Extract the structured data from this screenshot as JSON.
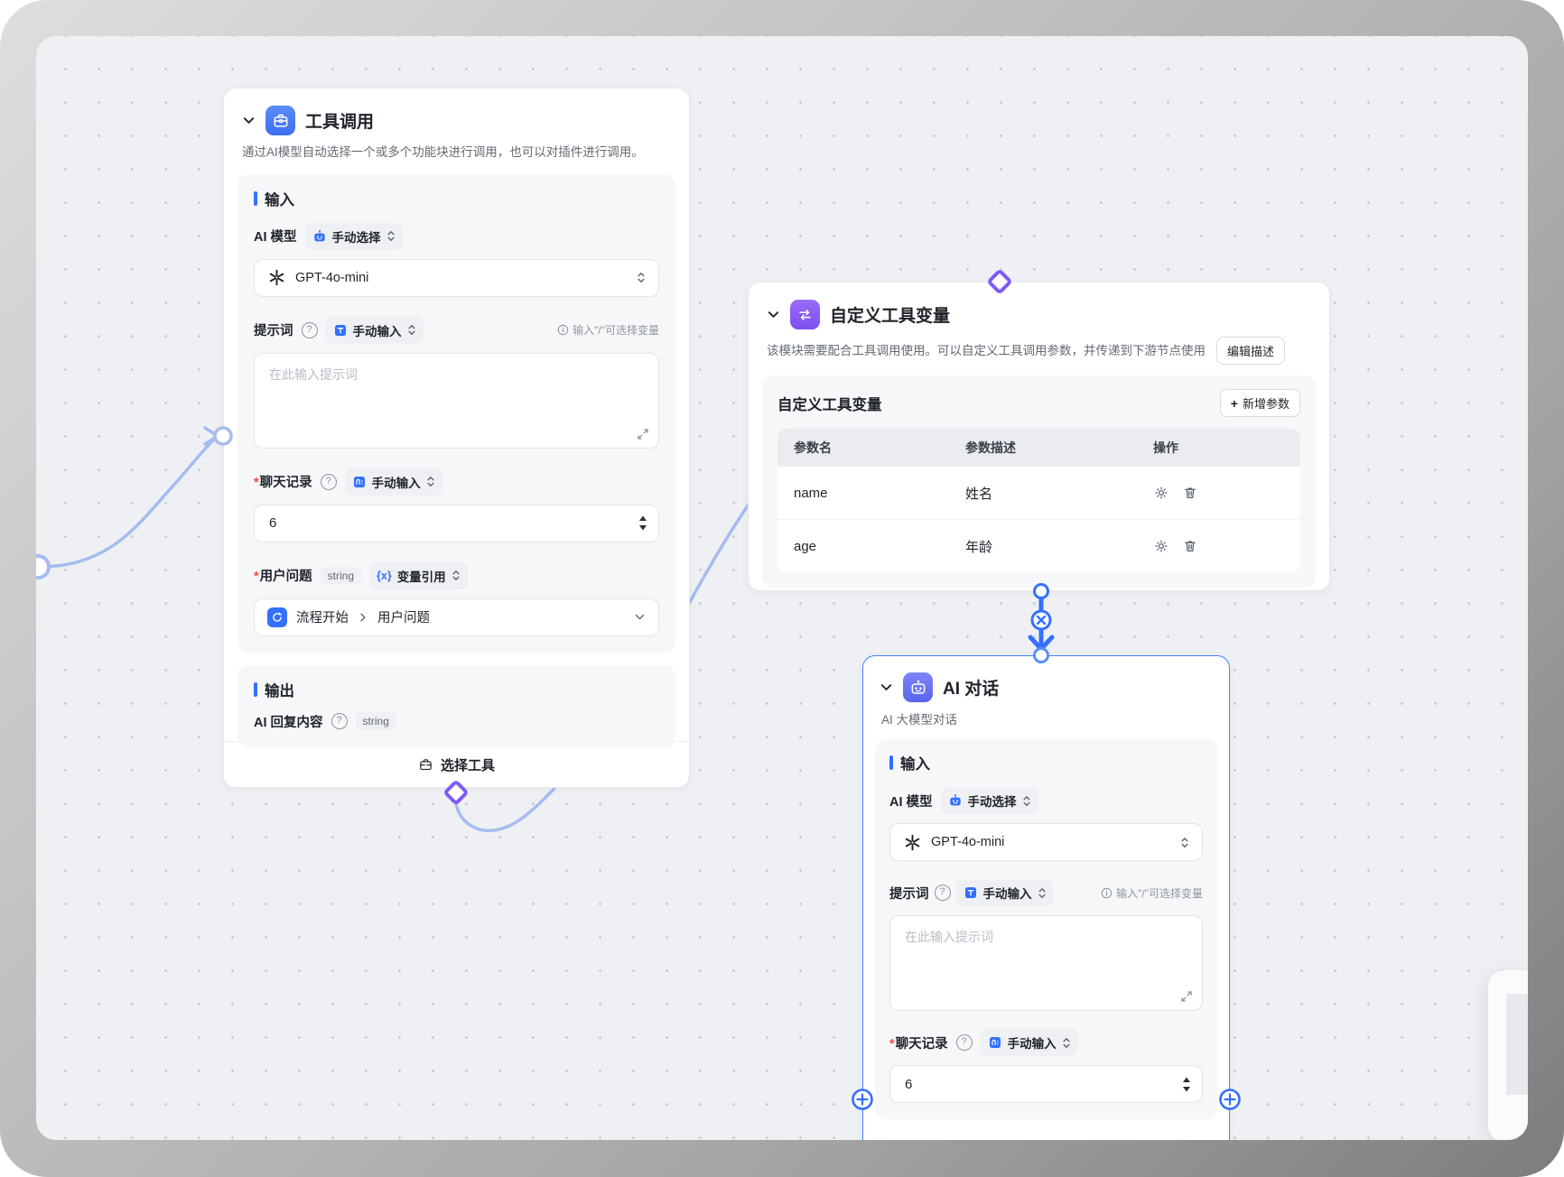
{
  "ui": {
    "plus": "+"
  },
  "nodes": {
    "tool_call": {
      "title": "工具调用",
      "description": "通过AI模型自动选择一个或多个功能块进行调用，也可以对插件进行调用。",
      "input": {
        "heading": "输入",
        "model_label": "AI 模型",
        "model_mode": "手动选择",
        "model_value": "GPT-4o-mini",
        "prompt_label": "提示词",
        "prompt_mode": "手动输入",
        "prompt_hint": "输入\"/\"可选择变量",
        "prompt_placeholder": "在此输入提示词",
        "history_label": "聊天记录",
        "history_mode": "手动输入",
        "history_value": "6",
        "question_label": "用户问题",
        "question_type": "string",
        "question_mode": "变量引用",
        "question_source": "流程开始",
        "question_field": "用户问题"
      },
      "output": {
        "heading": "输出",
        "reply_label": "AI 回复内容",
        "reply_type": "string"
      },
      "footer_button": "选择工具"
    },
    "custom_vars": {
      "title": "自定义工具变量",
      "description": "该模块需要配合工具调用使用。可以自定义工具调用参数，并传递到下游节点使用",
      "edit_button": "编辑描述",
      "panel_title": "自定义工具变量",
      "add_button": "新增参数",
      "table": {
        "col_name": "参数名",
        "col_desc": "参数描述",
        "col_actions": "操作",
        "rows": [
          {
            "name": "name",
            "desc": "姓名"
          },
          {
            "name": "age",
            "desc": "年龄"
          }
        ]
      }
    },
    "ai_chat": {
      "title": "AI 对话",
      "subtitle": "AI 大模型对话",
      "input": {
        "heading": "输入",
        "model_label": "AI 模型",
        "model_mode": "手动选择",
        "model_value": "GPT-4o-mini",
        "prompt_label": "提示词",
        "prompt_mode": "手动输入",
        "prompt_hint": "输入\"/\"可选择变量",
        "prompt_placeholder": "在此输入提示词",
        "history_label": "聊天记录",
        "history_mode": "手动输入",
        "history_value": "6"
      }
    }
  }
}
